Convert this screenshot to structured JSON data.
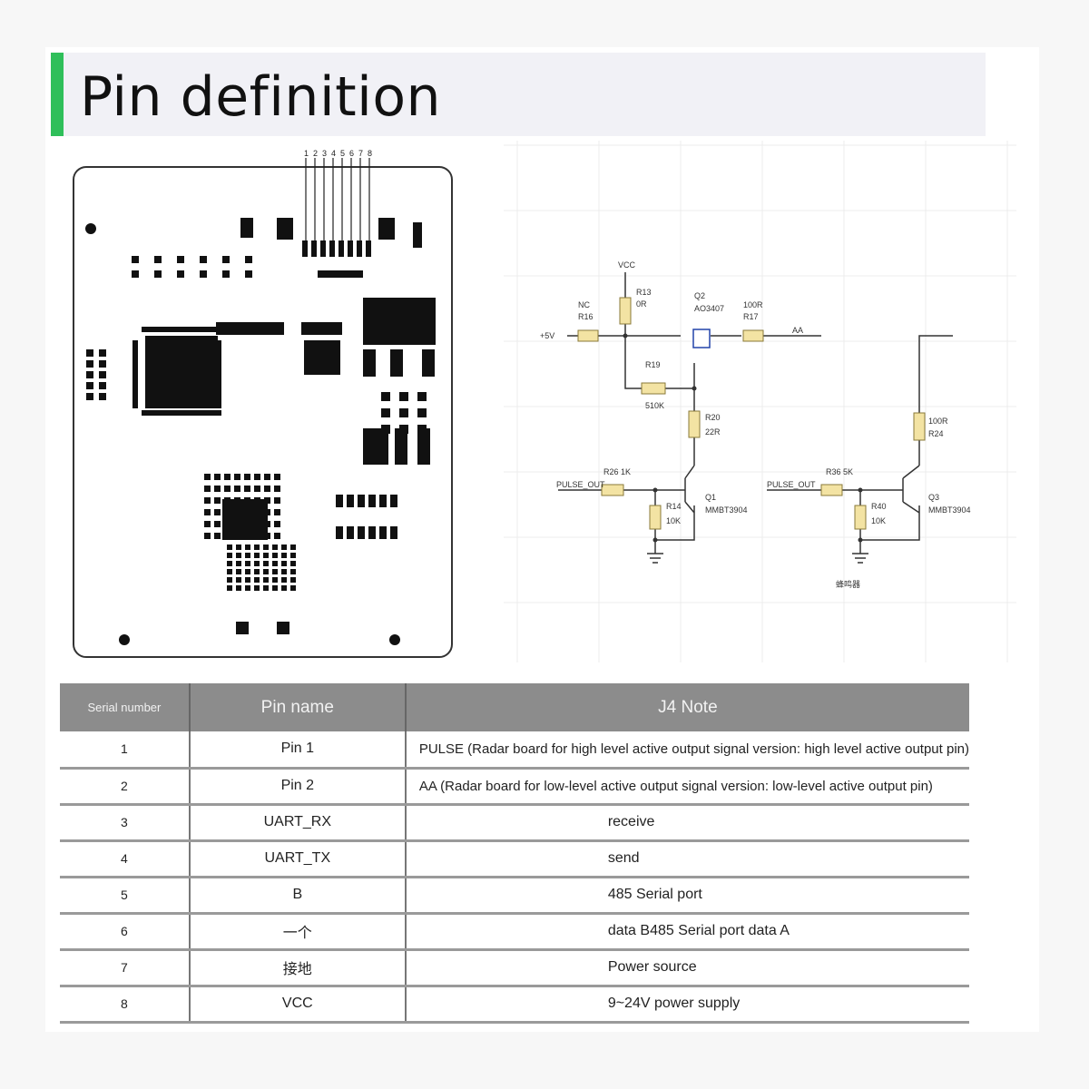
{
  "title": "Pin definition",
  "pcb": {
    "pin_numbers": [
      "1",
      "2",
      "3",
      "4",
      "5",
      "6",
      "7",
      "8"
    ]
  },
  "schematic": {
    "vcc": "VCC",
    "r13": "R13",
    "r13_val": "0R",
    "nc": "NC",
    "r16": "R16",
    "plus5v": "+5V",
    "q2": "Q2",
    "q2_part": "AO3407",
    "r17_val": "100R",
    "r17": "R17",
    "aa": "AA",
    "r19": "R19",
    "r19_val": "510K",
    "r20": "R20",
    "r20_val": "22R",
    "pulse_out_1": "PULSE_OUT",
    "r26": "R26  1K",
    "r14": "R14",
    "r14_val": "10K",
    "q1": "Q1",
    "q1_part": "MMBT3904",
    "pulse_out_2": "PULSE_OUT",
    "r36": "R36  5K",
    "r40": "R40",
    "r40_val": "10K",
    "q3": "Q3",
    "q3_part": "MMBT3904",
    "r24_val": "100R",
    "r24": "R24",
    "buzzer": "蜂鸣器"
  },
  "table": {
    "headers": [
      "Serial number",
      "Pin name",
      "J4 Note"
    ],
    "rows": [
      {
        "no": "1",
        "name": "Pin 1",
        "note": "PULSE (Radar board for high level active output signal version: high level active output pin)"
      },
      {
        "no": "2",
        "name": "Pin 2",
        "note": "AA (Radar board for low-level active output signal version: low-level active output pin)"
      },
      {
        "no": "3",
        "name": "UART_RX",
        "note": "receive"
      },
      {
        "no": "4",
        "name": "UART_TX",
        "note": "send"
      },
      {
        "no": "5",
        "name": "B",
        "note": "485 Serial port"
      },
      {
        "no": "6",
        "name": "一个",
        "note": "data B485 Serial port data A"
      },
      {
        "no": "7",
        "name": "接地",
        "note": "Power source"
      },
      {
        "no": "8",
        "name": "VCC",
        "note": "9~24V power supply"
      }
    ]
  }
}
